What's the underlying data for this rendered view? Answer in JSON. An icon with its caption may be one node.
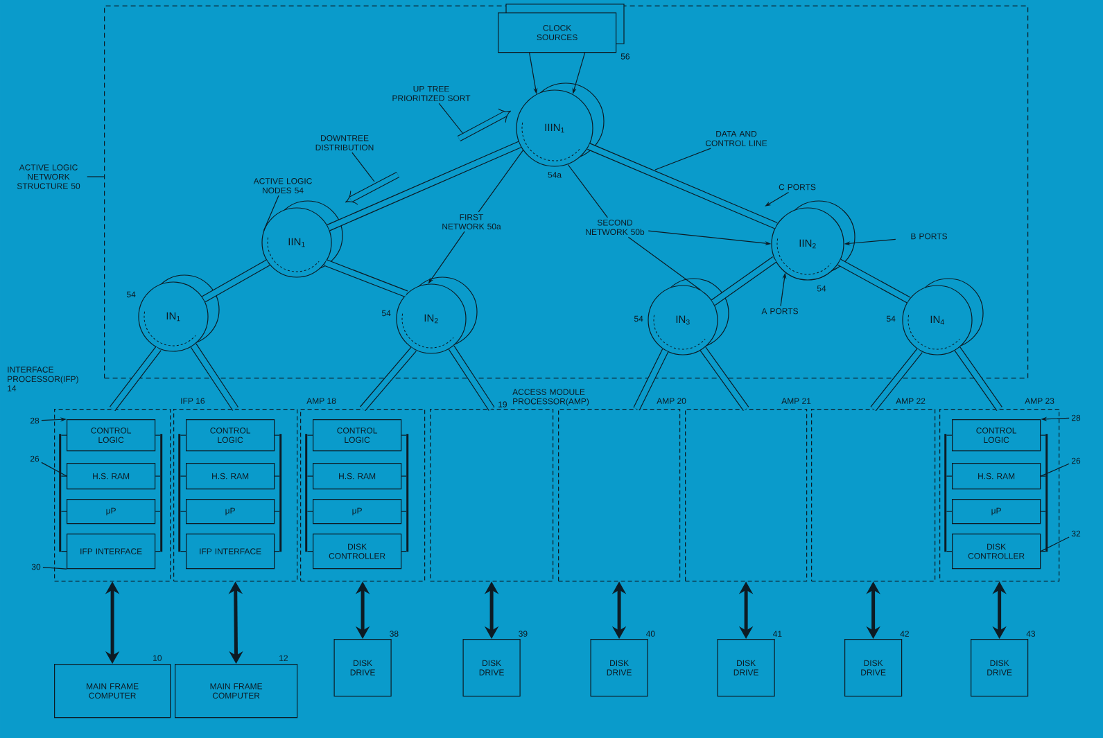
{
  "diagram": {
    "nodes": [
      {
        "text": [
          "ACTIVE LOGIC NETWORK STRUCTURE 50"
        ]
      },
      {
        "text": [],
        "shape": "box"
      },
      {
        "text": [
          "CLOCK SOURCES"
        ],
        "in": 1,
        "beside": [
          "56"
        ]
      },
      {
        "text": [
          "IIIN$_{1}$"
        ],
        "in": 1,
        "beside": [
          "54a"
        ]
      },
      {
        "text": [
          "UP TREE PRIORITIZED SORT"
        ],
        "in": 1
      },
      {
        "text": [
          "DOWNTREE DISTRIBUTION"
        ],
        "in": 1
      },
      {
        "text": [
          "ACTIVE LOGIC NODES 54"
        ],
        "in": 1
      },
      {
        "text": [
          "IIN$_{1}$"
        ],
        "in": 1
      },
      {
        "text": [
          "FIRST NETWORK 50a"
        ],
        "in": 1
      },
      {
        "text": [
          "DATA AND CONTROL LINE"
        ],
        "in": 1
      },
      {
        "text": [
          "SECOND NETWORK 50b"
        ],
        "in": 1
      },
      {
        "text": [
          "C PORTS"
        ],
        "in": 1
      },
      {
        "text": [
          "IIN$_{2}$"
        ],
        "in": 1,
        "beside": [
          "54"
        ]
      },
      {
        "text": [
          "B PORTS"
        ],
        "in": 1
      },
      {
        "text": [
          "IN$_{1}$"
        ],
        "in": 1,
        "beside": [
          "54"
        ]
      },
      {
        "text": [
          "IN$_{2}$"
        ],
        "in": 1,
        "beside": [
          "54"
        ]
      },
      {
        "text": [
          "A PORTS"
        ],
        "in": 1
      },
      {
        "text": [
          "IN$_{3}$"
        ],
        "in": 1,
        "beside": [
          "54"
        ]
      },
      {
        "text": [
          "IN$_{4}$"
        ],
        "in": 1,
        "beside": [
          "54"
        ]
      },
      {
        "text": [
          "INTERFACE PROCESSOR(IFP) 14"
        ]
      },
      {
        "text": [
          "28"
        ]
      },
      {
        "text": [
          "26"
        ]
      },
      {
        "text": [
          "30"
        ]
      },
      {
        "text": [
          "CONTROL LOGIC"
        ],
        "in": 19
      },
      {
        "text": [
          "H.S. RAM"
        ],
        "in": 19
      },
      {
        "text": [
          "μP"
        ],
        "in": 19
      },
      {
        "text": [
          "IFP INTERFACE"
        ],
        "in": 19
      },
      {
        "text": [
          "IFP 16"
        ]
      },
      {
        "text": [
          "CONTROL LOGIC"
        ],
        "in": 27
      },
      {
        "text": [
          "H.S. RAM"
        ],
        "in": 27
      },
      {
        "text": [
          "μP"
        ],
        "in": 27
      },
      {
        "text": [
          "IFP INTERFACE"
        ],
        "in": 27
      },
      {
        "text": [
          "AMP 18"
        ]
      },
      {
        "text": [
          "CONTROL LOGIC"
        ],
        "in": 32
      },
      {
        "text": [
          "H.S. RAM"
        ],
        "in": 32
      },
      {
        "text": [
          "μP"
        ],
        "in": 32
      },
      {
        "text": [
          "DISK CONTROLLER"
        ],
        "in": 32
      },
      {
        "text": [
          "ACCESS MODULE PROCESSOR(AMP)"
        ],
        "beside": [
          "19"
        ]
      },
      {
        "text": [
          "AMP 20"
        ]
      },
      {
        "text": [
          "AMP 21"
        ]
      },
      {
        "text": [
          "AMP 22"
        ]
      },
      {
        "text": [
          "AMP 23"
        ]
      },
      {
        "text": [
          "CONTROL LOGIC"
        ],
        "in": 41
      },
      {
        "text": [
          "H.S. RAM"
        ],
        "in": 41
      },
      {
        "text": [
          "μP"
        ],
        "in": 41
      },
      {
        "text": [
          "DISK CONTROLLER"
        ],
        "in": 41
      },
      {
        "text": [
          "28"
        ]
      },
      {
        "text": [
          "26"
        ]
      },
      {
        "text": [
          "32"
        ]
      },
      {
        "text": [
          "MAIN FRAME COMPUTER"
        ],
        "beside": [
          "10"
        ]
      },
      {
        "text": [
          "MAIN FRAME COMPUTER"
        ],
        "beside": [
          "12"
        ]
      },
      {
        "text": [
          "DISK DRIVE"
        ],
        "beside": [
          "38"
        ]
      },
      {
        "text": [
          "DISK DRIVE"
        ],
        "beside": [
          "39"
        ]
      },
      {
        "text": [
          "DISK DRIVE"
        ],
        "beside": [
          "40"
        ]
      },
      {
        "text": [
          "DISK DRIVE"
        ],
        "beside": [
          "41"
        ]
      },
      {
        "text": [
          "DISK DRIVE"
        ],
        "beside": [
          "42"
        ]
      },
      {
        "text": [
          "DISK DRIVE"
        ],
        "beside": [
          "43"
        ]
      },
      {
        "text": [],
        "shape": "bar",
        "in": 19
      },
      {
        "text": [],
        "shape": "bar",
        "in": 19
      },
      {
        "text": [],
        "shape": "bar",
        "in": 27
      },
      {
        "text": [],
        "shape": "bar",
        "in": 27
      },
      {
        "text": [],
        "shape": "bar",
        "in": 32
      },
      {
        "text": [],
        "shape": "bar",
        "in": 32
      },
      {
        "text": [],
        "shape": "bar",
        "in": 41
      },
      {
        "text": [],
        "shape": "bar",
        "in": 41
      }
    ],
    "edges": [
      {
        "from": 0,
        "to": 1,
        "arrow": "none"
      },
      {
        "from": 2,
        "to": 3,
        "arrow": "to"
      },
      {
        "from": 2,
        "to": 3,
        "arrow": "to"
      },
      {
        "from": 3,
        "to": 7,
        "arrow": "none",
        "style": "thick"
      },
      {
        "from": 3,
        "to": 12,
        "arrow": "none",
        "style": "thick"
      },
      {
        "from": 7,
        "to": 14,
        "arrow": "none",
        "style": "thick"
      },
      {
        "from": 7,
        "to": 15,
        "arrow": "none",
        "style": "thick"
      },
      {
        "from": 12,
        "to": 17,
        "arrow": "none",
        "style": "thick"
      },
      {
        "from": 12,
        "to": 18,
        "arrow": "none",
        "style": "thick"
      },
      {
        "from": 14,
        "to": 19,
        "arrow": "none",
        "style": "thick"
      },
      {
        "from": 14,
        "to": 27,
        "arrow": "none",
        "style": "thick"
      },
      {
        "from": 15,
        "to": 32,
        "arrow": "none",
        "style": "thick"
      },
      {
        "from": 15,
        "to": 37,
        "arrow": "none",
        "style": "thick"
      },
      {
        "from": 17,
        "to": 38,
        "arrow": "none",
        "style": "thick"
      },
      {
        "from": 17,
        "to": 39,
        "arrow": "none",
        "style": "thick"
      },
      {
        "from": 18,
        "to": 40,
        "arrow": "none",
        "style": "thick"
      },
      {
        "from": 18,
        "to": 41,
        "arrow": "none",
        "style": "thick"
      },
      {
        "from": 19,
        "to": 49,
        "arrow": "both",
        "style": "thick"
      },
      {
        "from": 27,
        "to": 50,
        "arrow": "both",
        "style": "thick"
      },
      {
        "from": 32,
        "to": 51,
        "arrow": "both",
        "style": "thick"
      },
      {
        "from": 37,
        "to": 52,
        "arrow": "both",
        "style": "thick"
      },
      {
        "from": 38,
        "to": 53,
        "arrow": "both",
        "style": "thick"
      },
      {
        "from": 39,
        "to": 54,
        "arrow": "both",
        "style": "thick"
      },
      {
        "from": 40,
        "to": 55,
        "arrow": "both",
        "style": "thick"
      },
      {
        "from": 41,
        "to": 56,
        "arrow": "both",
        "style": "thick"
      },
      {
        "from": 4,
        "to": null,
        "arrow": "none"
      },
      {
        "from": 5,
        "to": null,
        "arrow": "none"
      },
      {
        "from": 6,
        "to": 7,
        "arrow": "none"
      },
      {
        "from": 8,
        "to": 15,
        "arrow": "to"
      },
      {
        "from": 8,
        "to": 3,
        "arrow": "none"
      },
      {
        "from": 9,
        "to": null,
        "arrow": "none"
      },
      {
        "from": 10,
        "to": 3,
        "arrow": "none"
      },
      {
        "from": 10,
        "to": 12,
        "arrow": "to"
      },
      {
        "from": 10,
        "to": 17,
        "arrow": "none"
      },
      {
        "from": 11,
        "to": null,
        "arrow": "to"
      },
      {
        "from": 13,
        "to": 12,
        "arrow": "to"
      },
      {
        "from": 16,
        "to": 12,
        "arrow": "to"
      },
      {
        "from": 20,
        "to": 23,
        "arrow": "to"
      },
      {
        "from": 21,
        "to": 24,
        "arrow": "none"
      },
      {
        "from": 22,
        "to": 26,
        "arrow": "none"
      },
      {
        "from": 46,
        "to": 42,
        "arrow": "to"
      },
      {
        "from": 47,
        "to": 43,
        "arrow": "none"
      },
      {
        "from": 48,
        "to": 45,
        "arrow": "none"
      },
      {
        "from": 57,
        "to": 23,
        "arrow": "none"
      },
      {
        "from": 57,
        "to": 24,
        "arrow": "none"
      },
      {
        "from": 57,
        "to": 25,
        "arrow": "none"
      },
      {
        "from": 57,
        "to": 26,
        "arrow": "none"
      },
      {
        "from": 58,
        "to": 23,
        "arrow": "none"
      },
      {
        "from": 58,
        "to": 24,
        "arrow": "none"
      },
      {
        "from": 58,
        "to": 25,
        "arrow": "none"
      },
      {
        "from": 58,
        "to": 26,
        "arrow": "none"
      },
      {
        "from": 59,
        "to": 28,
        "arrow": "none"
      },
      {
        "from": 59,
        "to": 29,
        "arrow": "none"
      },
      {
        "from": 59,
        "to": 30,
        "arrow": "none"
      },
      {
        "from": 59,
        "to": 31,
        "arrow": "none"
      },
      {
        "from": 60,
        "to": 28,
        "arrow": "none"
      },
      {
        "from": 60,
        "to": 29,
        "arrow": "none"
      },
      {
        "from": 60,
        "to": 30,
        "arrow": "none"
      },
      {
        "from": 60,
        "to": 31,
        "arrow": "none"
      },
      {
        "from": 61,
        "to": 33,
        "arrow": "none"
      },
      {
        "from": 61,
        "to": 34,
        "arrow": "none"
      },
      {
        "from": 61,
        "to": 35,
        "arrow": "none"
      },
      {
        "from": 61,
        "to": 36,
        "arrow": "none"
      },
      {
        "from": 62,
        "to": 33,
        "arrow": "none"
      },
      {
        "from": 62,
        "to": 34,
        "arrow": "none"
      },
      {
        "from": 62,
        "to": 35,
        "arrow": "none"
      },
      {
        "from": 62,
        "to": 36,
        "arrow": "none"
      },
      {
        "from": 63,
        "to": 42,
        "arrow": "none"
      },
      {
        "from": 63,
        "to": 43,
        "arrow": "none"
      },
      {
        "from": 63,
        "to": 44,
        "arrow": "none"
      },
      {
        "from": 63,
        "to": 45,
        "arrow": "none"
      },
      {
        "from": 64,
        "to": 42,
        "arrow": "none"
      },
      {
        "from": 64,
        "to": 43,
        "arrow": "none"
      },
      {
        "from": 64,
        "to": 44,
        "arrow": "none"
      },
      {
        "from": 64,
        "to": 45,
        "arrow": "none"
      }
    ]
  }
}
